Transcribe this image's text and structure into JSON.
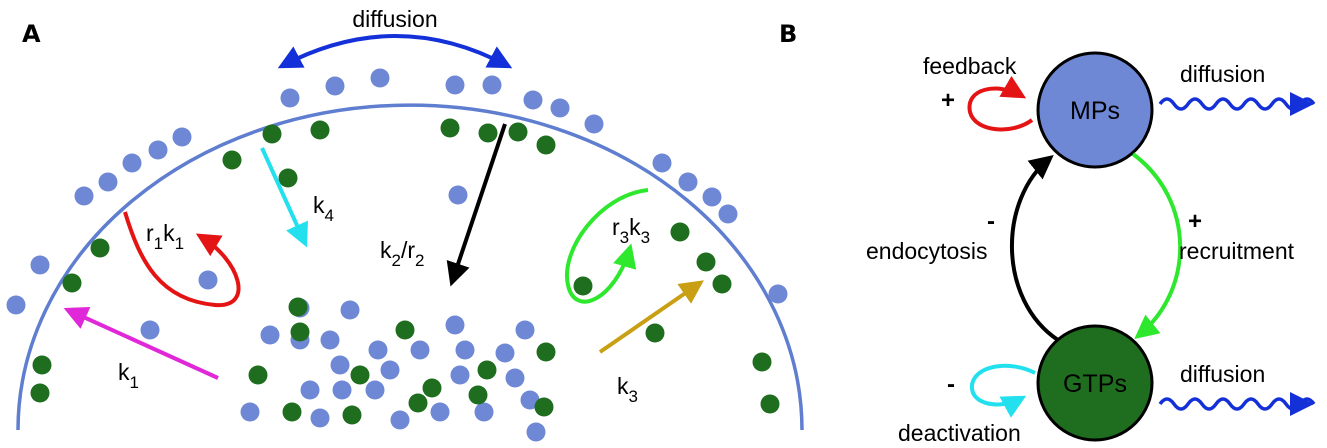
{
  "panels": {
    "a": "A",
    "b": "B"
  },
  "colors": {
    "mp": "#6f88d6",
    "gtp": "#1f6e1f",
    "membrane": "#5f7ed0",
    "diffusion": "#1430d8",
    "feedback": "#e51414",
    "k1": "#e028d8",
    "k4": "#22e0ee",
    "k2r2": "#000000",
    "r3k3": "#2ee82e",
    "k3": "#c9a014",
    "deactivation": "#22e0ee",
    "recruitment": "#2ee82e"
  },
  "panel_a": {
    "diffusion": "diffusion",
    "r1k1": {
      "a": "r",
      "a_sub": "1",
      "b": "k",
      "b_sub": "1"
    },
    "k4": {
      "a": "k",
      "a_sub": "4"
    },
    "k2r2": {
      "a": "k",
      "a_sub": "2",
      "mid": "/r",
      "b_sub": "2"
    },
    "r3k3": {
      "a": "r",
      "a_sub": "3",
      "b": "k",
      "b_sub": "3"
    },
    "k1": {
      "a": "k",
      "a_sub": "1"
    },
    "k3": {
      "a": "k",
      "a_sub": "3"
    }
  },
  "panel_b": {
    "feedback": "feedback",
    "feedback_sign": "+",
    "mps": "MPs",
    "gtps": "GTPs",
    "diffusion_top": "diffusion",
    "diffusion_bottom": "diffusion",
    "endocytosis": "endocytosis",
    "endocytosis_sign": "-",
    "recruitment": "recruitment",
    "recruitment_sign": "+",
    "deactivation": "deactivation",
    "deactivation_sign": "-"
  }
}
